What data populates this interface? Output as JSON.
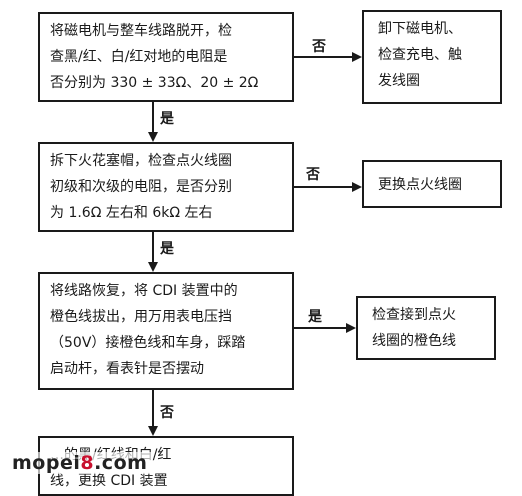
{
  "nodes": {
    "step1": "将磁电机与整车线路脱开，检\n查黑/红、白/红对地的电阻是\n否分别为 330 ± 33Ω、20 ± 2Ω",
    "step2": "拆下火花塞帽，检查点火线圈\n初级和次级的电阻，是否分别\n为 1.6Ω 左右和 6kΩ 左右",
    "step3": "将线路恢复，将 CDI 装置中的\n橙色线拔出，用万用表电压挡\n（50V）接橙色线和车身，踩踏\n启动杆，看表针是否摆动",
    "step4": "…的黑/红线和白/红\n线，更换 CDI 装置",
    "no1": "卸下磁电机、\n检查充电、触\n发线圈",
    "no2": "更换点火线圈",
    "yes3": "检查接到点火\n线圈的橙色线"
  },
  "labels": {
    "no_1": "否",
    "yes_1": "是",
    "no_2": "否",
    "yes_2": "是",
    "yes_3": "是",
    "no_3": "否"
  },
  "watermark": {
    "prefix": "mopei",
    "digit": "8",
    "suffix": ".com"
  }
}
